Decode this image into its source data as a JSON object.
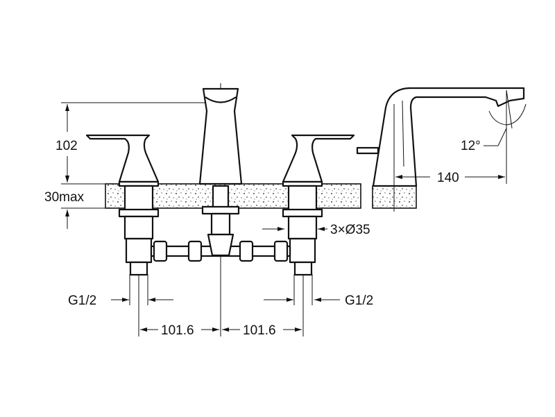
{
  "drawing": {
    "dimensions": {
      "height_label": "102",
      "deck_thickness_label": "30max",
      "hole_label": "3×Ø35",
      "inlet_left_label": "G1/2",
      "inlet_right_label": "G1/2",
      "spacing_left_label": "101.6",
      "spacing_right_label": "101.6",
      "angle_label": "12°",
      "reach_label": "140"
    }
  }
}
